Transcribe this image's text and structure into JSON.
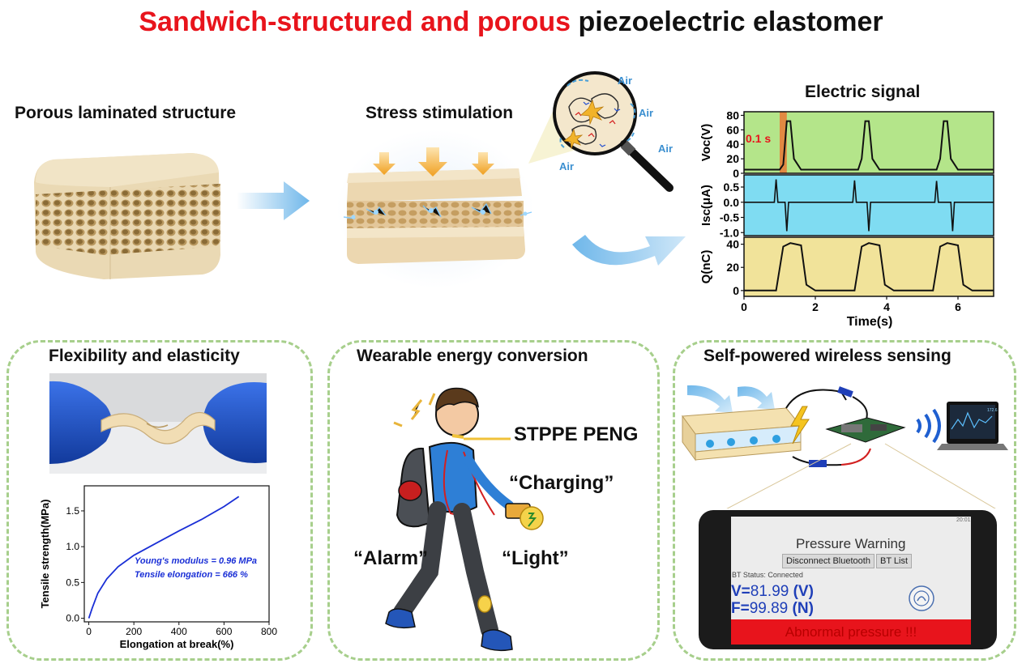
{
  "title": {
    "part_red": "Sandwich-structured and porous",
    "part_black": " piezoelectric elastomer"
  },
  "labels": {
    "porous": "Porous laminated structure",
    "stress": "Stress stimulation",
    "electric": "Electric signal",
    "flex": "Flexibility and elasticity",
    "wearable": "Wearable energy conversion",
    "selfpowered": "Self-powered wireless sensing",
    "air": "Air",
    "stppe": "STPPE PENG",
    "charging": "“Charging”",
    "alarm": "“Alarm”",
    "light": "“Light”",
    "pulse": "0.1 s"
  },
  "phone": {
    "status": "20:01",
    "title": "Pressure Warning",
    "btn_disconnect": "Disconnect Bluetooth",
    "btn_list": "BT List",
    "bt_status": "BT Status: Connected",
    "v_label": "V=",
    "v_value": "81.99",
    "v_unit": "(V)",
    "f_label": "F=",
    "f_value": "99.89",
    "f_unit": "(N)",
    "alarm": "Abnormal pressure !!!"
  },
  "laptop_value": "172.6",
  "colors": {
    "title_red": "#e8141c",
    "panel_border": "#a7cf8c",
    "voc_bg": "#b4e58a",
    "isc_bg": "#7fdcf2",
    "q_bg": "#f1e39a",
    "curve_blue": "#1a2fd6",
    "alarm_red": "#e8141c"
  },
  "chart_data": [
    {
      "type": "line",
      "panel": "voc",
      "ylabel": "Voc(V)",
      "yticks": [
        0,
        20,
        40,
        60,
        80
      ],
      "ylim": [
        0,
        85
      ],
      "x": [
        0,
        1.0,
        1.1,
        1.2,
        1.3,
        1.4,
        1.6,
        3.2,
        3.3,
        3.4,
        3.5,
        3.6,
        3.8,
        5.4,
        5.5,
        5.6,
        5.7,
        5.8,
        6.0,
        7.0
      ],
      "values": [
        5,
        5,
        12,
        72,
        72,
        20,
        5,
        5,
        20,
        72,
        72,
        20,
        5,
        5,
        20,
        72,
        72,
        20,
        5,
        5
      ]
    },
    {
      "type": "line",
      "panel": "isc",
      "ylabel": "Isc(μA)",
      "yticks": [
        -1.0,
        -0.5,
        0.0,
        0.5
      ],
      "yticklabels": [
        "-1.0",
        "-0.5",
        "0.0",
        "0.5"
      ],
      "ylim": [
        -1.1,
        0.9
      ],
      "x": [
        0,
        0.85,
        0.9,
        0.95,
        1.15,
        1.2,
        1.25,
        3.05,
        3.1,
        3.15,
        3.45,
        3.5,
        3.55,
        5.35,
        5.4,
        5.45,
        5.8,
        5.85,
        5.9,
        7.0
      ],
      "values": [
        0,
        0,
        0.75,
        0,
        0,
        -0.95,
        0,
        0,
        0.72,
        0,
        0,
        -0.95,
        0,
        0,
        0.7,
        0,
        0,
        -0.95,
        0,
        0
      ]
    },
    {
      "type": "line",
      "panel": "q",
      "ylabel": "Q(nC)",
      "yticks": [
        0,
        20,
        40
      ],
      "ylim": [
        -5,
        46
      ],
      "xlabel": "Time(s)",
      "xticks": [
        0,
        2,
        4,
        6
      ],
      "xlim": [
        0,
        7
      ],
      "x": [
        0,
        0.9,
        1.1,
        1.3,
        1.6,
        1.75,
        2.0,
        3.1,
        3.3,
        3.5,
        3.8,
        3.95,
        4.2,
        5.3,
        5.5,
        5.7,
        6.0,
        6.15,
        6.4,
        7.0
      ],
      "values": [
        0,
        0,
        38,
        41,
        39,
        5,
        0,
        0,
        38,
        41,
        39,
        5,
        0,
        0,
        38,
        41,
        39,
        5,
        0,
        0
      ]
    },
    {
      "type": "line",
      "panel": "tensile",
      "xlabel": "Elongation at break(%)",
      "ylabel": "Tensile strength(MPa)",
      "xticks": [
        0,
        200,
        400,
        600,
        800
      ],
      "yticks": [
        0.0,
        0.5,
        1.0,
        1.5
      ],
      "yticklabels": [
        "0.0",
        "0.5",
        "1.0",
        "1.5"
      ],
      "xlim": [
        -20,
        800
      ],
      "ylim": [
        -0.05,
        1.85
      ],
      "x": [
        0,
        15,
        40,
        80,
        130,
        200,
        300,
        400,
        500,
        600,
        666
      ],
      "values": [
        0,
        0.14,
        0.35,
        0.55,
        0.72,
        0.88,
        1.05,
        1.22,
        1.38,
        1.56,
        1.7
      ],
      "annotations": [
        "Young's modulus = 0.96 MPa",
        "Tensile elongation = 666 %"
      ]
    }
  ]
}
